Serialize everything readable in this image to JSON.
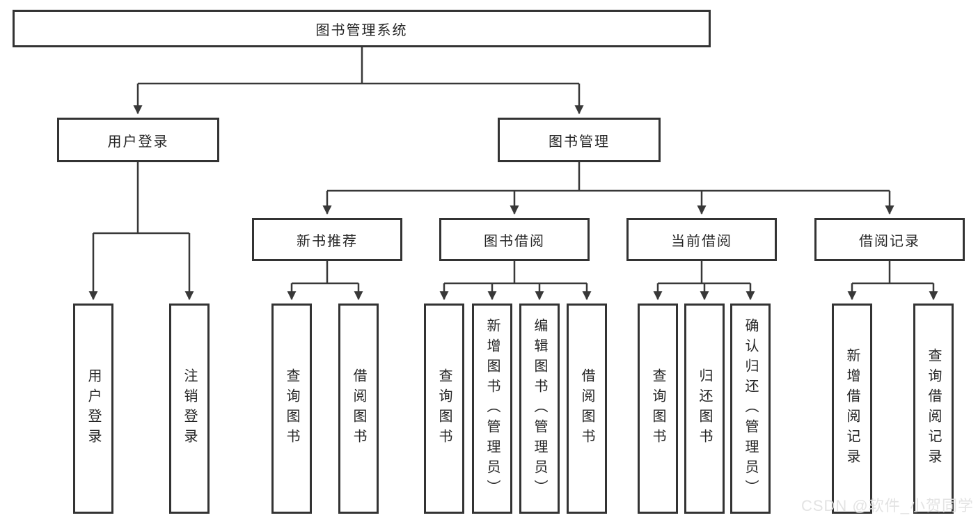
{
  "root": {
    "label": "图书管理系统"
  },
  "level2": {
    "user_login": "用户登录",
    "book_mgmt": "图书管理"
  },
  "level3": {
    "new_rec": "新书推荐",
    "borrow": "图书借阅",
    "current": "当前借阅",
    "records": "借阅记录"
  },
  "leaves": {
    "user": [
      "用户登录",
      "注销登录"
    ],
    "new_rec": [
      "查询图书",
      "借阅图书"
    ],
    "borrow": [
      "查询图书",
      "新增图书（管理员）",
      "编辑图书（管理员）",
      "借阅图书"
    ],
    "current": [
      "查询图书",
      "归还图书",
      "确认归还（管理员）"
    ],
    "records": [
      "新增借阅记录",
      "查询借阅记录"
    ]
  },
  "watermark": "CSDN @软件_小贺同学",
  "colors": {
    "border": "#333333",
    "line": "#383838",
    "text": "#262626",
    "background": "#ffffff",
    "watermark": "#e2e2e2"
  }
}
